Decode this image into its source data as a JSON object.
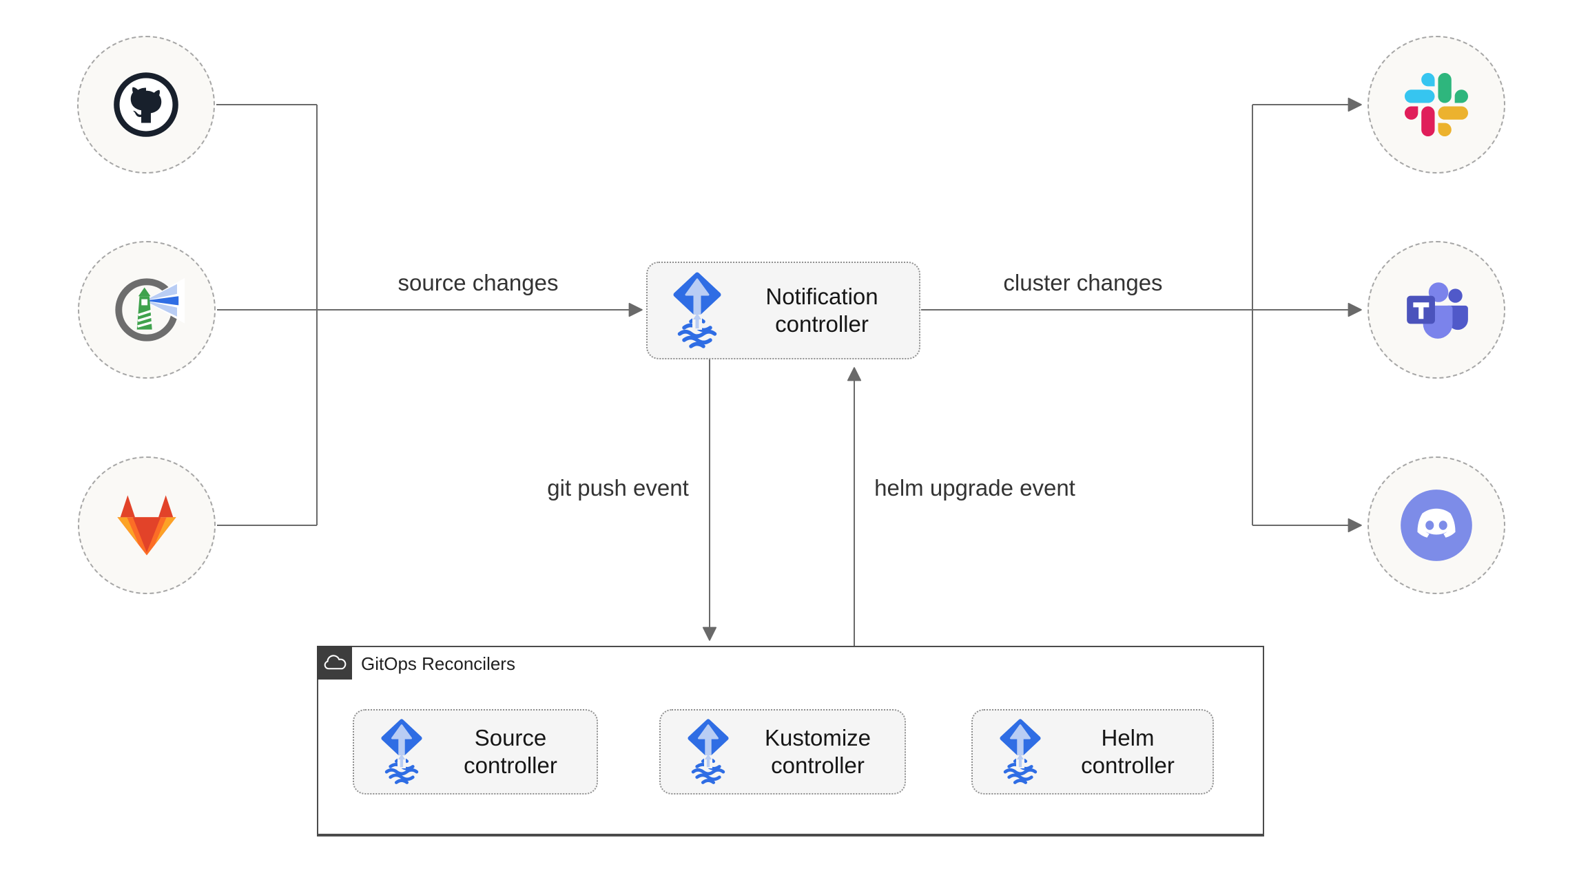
{
  "colors": {
    "flux_blue": "#2f6de4",
    "flux_light_blue": "#b9cdf4",
    "wire_gray": "#696969",
    "node_fill": "#f5f5f5",
    "node_border": "#8f8f8f",
    "circle_fill": "#faf9f6",
    "circle_border": "#a6a6a6",
    "group_border": "#4b4b4b",
    "group_tab": "#3d3d3d",
    "github_dark": "#18202c",
    "harbor_green": "#3fa24d",
    "gitlab_orange": "#fc6d26",
    "gitlab_red": "#e24329",
    "gitlab_yellow": "#fca326",
    "slack_blue": "#36C5F0",
    "slack_green": "#2EB67D",
    "slack_yellow": "#ECB22E",
    "slack_red": "#E01E5A",
    "teams_purple": "#4b53bc",
    "discord_blurple": "#7d8ce8",
    "text": "#161616"
  },
  "sources": [
    {
      "icon": "github-logo-icon",
      "name": "GitHub"
    },
    {
      "icon": "harbor-logo-icon",
      "name": "Harbor"
    },
    {
      "icon": "gitlab-logo-icon",
      "name": "GitLab"
    }
  ],
  "notifiers": [
    {
      "icon": "slack-logo-icon",
      "name": "Slack"
    },
    {
      "icon": "teams-logo-icon",
      "name": "Microsoft Teams"
    },
    {
      "icon": "discord-logo-icon",
      "name": "Discord"
    }
  ],
  "nodes": {
    "notification": {
      "label": "Notification controller"
    },
    "source": {
      "label": "Source controller"
    },
    "kustomize": {
      "label": "Kustomize controller"
    },
    "helm": {
      "label": "Helm controller"
    }
  },
  "group": {
    "label": "GitOps Reconcilers"
  },
  "edges": {
    "source_changes": {
      "label": "source changes"
    },
    "cluster_changes": {
      "label": "cluster changes"
    },
    "git_push": {
      "label": "git push event"
    },
    "helm_upgrade": {
      "label": "helm upgrade event"
    }
  }
}
